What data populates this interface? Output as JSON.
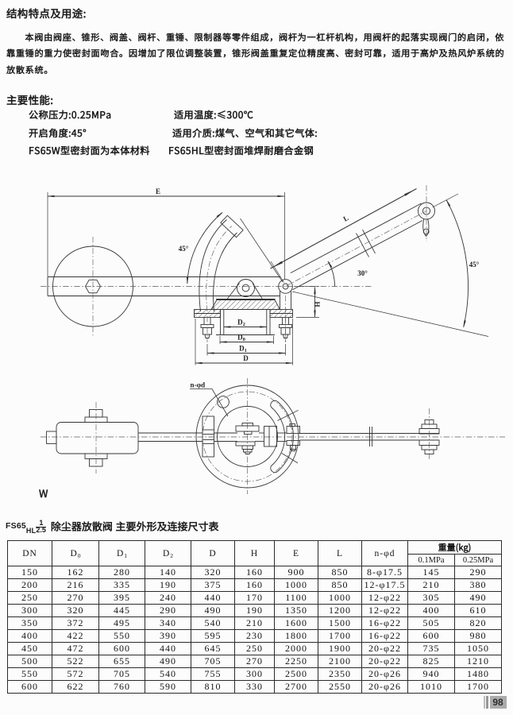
{
  "page": {
    "background": "#fcfcfc"
  },
  "sections": {
    "features": {
      "heading": "结构特点及用途:",
      "paragraph": "本阀由阀座、锥形、阀盖、阀杆、重锤、限制器等零件组成，阀杆为一杠杆机构，用阀杆的起落实现阀门的启闭，依靠重锤的重力使密封面吻合。因增加了限位调整装置，锥形阀盖重复定位精度高、密封可靠，适用于高炉及热风炉系统的放散系统。"
    },
    "performance": {
      "heading": "主要性能:",
      "specs": [
        {
          "left": "公称压力:0.25MPa",
          "right": "适用温度:≤300℃"
        },
        {
          "left": "开启角度:45°",
          "right": "适用介质:煤气、空气和其它气体:"
        },
        {
          "left": "FS65W型密封面为本体材料",
          "right": "FS65HL型密封面堆焊耐磨合金钢"
        }
      ]
    }
  },
  "drawing": {
    "labels": {
      "dim_e": "E",
      "angle_goose": "45°",
      "dim_l": "L",
      "angle_arm": "30°",
      "angle_swing": "45°",
      "dim_h": "H",
      "d2": {
        "base": "D",
        "sub": "2"
      },
      "d0": {
        "base": "D",
        "sub": "0"
      },
      "d1": {
        "base": "D",
        "sub": "1"
      },
      "d": "D",
      "bolt_note": "n-φd",
      "view_label": "W"
    }
  },
  "table": {
    "title": {
      "model": "FS65",
      "model_sub": "HL",
      "frac_top": "1",
      "frac_bottom": "2.5",
      "text": "除尘器放散阀 主要外形及连接尺寸表"
    },
    "headers": {
      "dn": "DN",
      "d0": {
        "base": "D",
        "sub": "0"
      },
      "d1": {
        "base": "D",
        "sub": "1"
      },
      "d2": {
        "base": "D",
        "sub": "2"
      },
      "d": "D",
      "h": "H",
      "e": "E",
      "l": "L",
      "n_phi_d": "n-φd",
      "weight_group": "重量(kg)",
      "weight_cols": [
        "0.1MPa",
        "0.25MPa"
      ]
    },
    "rows": [
      [
        "150",
        "162",
        "280",
        "140",
        "320",
        "160",
        "900",
        "850",
        "8-φ17.5",
        "145",
        "290"
      ],
      [
        "200",
        "216",
        "335",
        "190",
        "375",
        "160",
        "1000",
        "850",
        "12-φ17.5",
        "210",
        "380"
      ],
      [
        "250",
        "270",
        "395",
        "240",
        "440",
        "170",
        "1100",
        "1000",
        "12-φ22",
        "305",
        "490"
      ],
      [
        "300",
        "320",
        "445",
        "290",
        "490",
        "190",
        "1350",
        "1200",
        "12-φ22",
        "400",
        "610"
      ],
      [
        "350",
        "372",
        "495",
        "340",
        "540",
        "210",
        "1600",
        "1500",
        "16-φ22",
        "505",
        "820"
      ],
      [
        "400",
        "422",
        "550",
        "390",
        "595",
        "230",
        "1800",
        "1700",
        "16-φ22",
        "600",
        "980"
      ],
      [
        "450",
        "472",
        "600",
        "440",
        "645",
        "250",
        "2000",
        "1900",
        "20-φ22",
        "735",
        "1050"
      ],
      [
        "500",
        "522",
        "655",
        "490",
        "705",
        "270",
        "2250",
        "2100",
        "20-φ22",
        "825",
        "1210"
      ],
      [
        "550",
        "572",
        "705",
        "540",
        "755",
        "300",
        "2500",
        "2350",
        "20-φ26",
        "940",
        "1480"
      ],
      [
        "600",
        "622",
        "760",
        "590",
        "810",
        "330",
        "2700",
        "2550",
        "20-φ26",
        "1010",
        "1700"
      ]
    ]
  },
  "footer": {
    "page_number": "98"
  }
}
